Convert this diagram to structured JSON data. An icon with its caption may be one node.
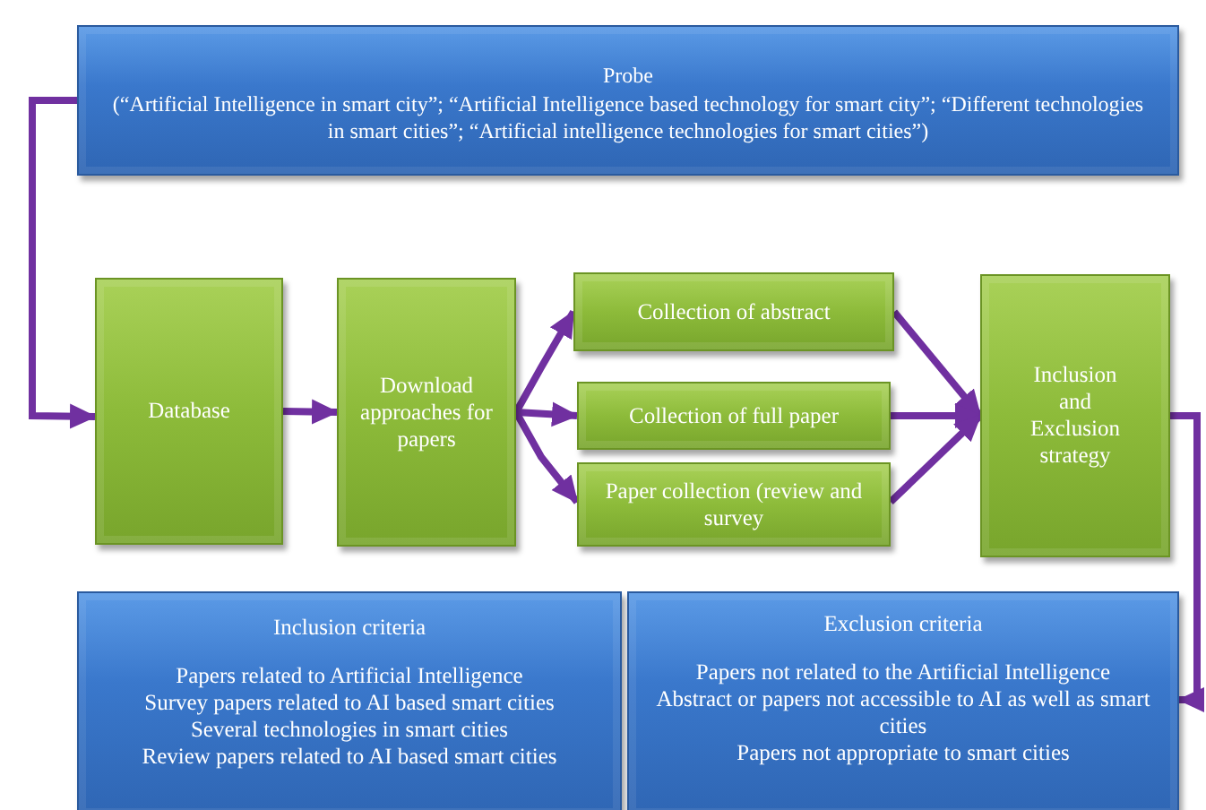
{
  "diagram": {
    "nodes": [
      {
        "text": [
          "Probe",
          "(“Artificial Intelligence in smart city”; “Artificial Intelligence based technology for smart city”; “Different technologies in smart cities”; “Artificial intelligence technologies for smart cities”)"
        ]
      },
      {
        "text": [
          "Database"
        ]
      },
      {
        "text": [
          "Download approaches for papers"
        ]
      },
      {
        "text": [
          "Collection of abstract"
        ]
      },
      {
        "text": [
          "Collection of full paper"
        ]
      },
      {
        "text": [
          "Paper collection (review and survey"
        ]
      },
      {
        "text": [
          "Inclusion and Exclusion strategy"
        ]
      },
      {
        "text": [
          "Inclusion criteria",
          "Papers related to Artificial Intelligence",
          "Survey papers related to AI based smart cities",
          "Several technologies in smart cities",
          "Review papers related to AI based smart cities"
        ]
      },
      {
        "text": [
          "Exclusion criteria",
          "Papers not related to the Artificial Intelligence",
          "Abstract or papers not accessible to AI as well as smart cities",
          "Papers not appropriate to smart cities"
        ]
      }
    ],
    "edges": [
      {
        "from": 0,
        "to": 1,
        "arrow": "to"
      },
      {
        "from": 1,
        "to": 2,
        "arrow": "to"
      },
      {
        "from": 2,
        "to": 3,
        "arrow": "to"
      },
      {
        "from": 2,
        "to": 4,
        "arrow": "to"
      },
      {
        "from": 2,
        "to": 5,
        "arrow": "to"
      },
      {
        "from": 3,
        "to": 6,
        "arrow": "to"
      },
      {
        "from": 4,
        "to": 6,
        "arrow": "to"
      },
      {
        "from": 5,
        "to": 6,
        "arrow": "to"
      },
      {
        "from": 6,
        "to": 8,
        "arrow": "to"
      }
    ]
  }
}
